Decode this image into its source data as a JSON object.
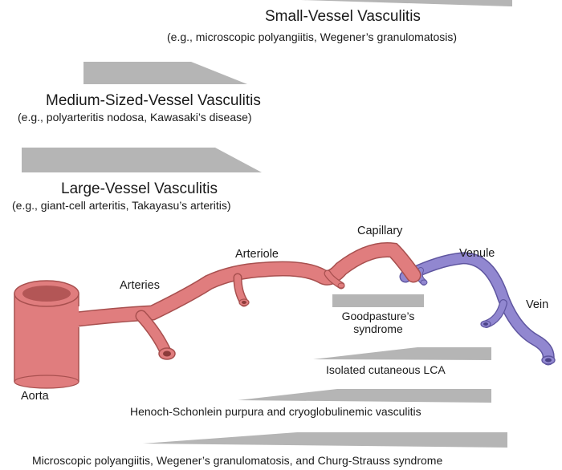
{
  "categories": {
    "small": {
      "title": "Small-Vessel Vasculitis",
      "examples": "(e.g., microscopic polyangiitis, Wegener’s granulomatosis)"
    },
    "medium": {
      "title": "Medium-Sized-Vessel Vasculitis",
      "examples": "(e.g., polyarteritis nodosa, Kawasaki’s disease)"
    },
    "large": {
      "title": "Large-Vessel Vasculitis",
      "examples": "(e.g., giant-cell arteritis, Takayasu’s arteritis)"
    }
  },
  "vessels": {
    "aorta": "Aorta",
    "arteries": "Arteries",
    "arteriole": "Arteriole",
    "capillary": "Capillary",
    "venule": "Venule",
    "vein": "Vein"
  },
  "syndromes": {
    "goodpasture_line1": "Goodpasture’s",
    "goodpasture_line2": "syndrome",
    "lca": "Isolated cutaneous LCA",
    "hsp": "Henoch-Schonlein purpura and cryoglobulinemic vasculitis",
    "mpa": "Microscopic polyangiitis, Wegener’s granulomatosis, and Churg-Strauss syndrome"
  },
  "colors": {
    "artery": "#e07d7e",
    "artery_dark": "#a8504f",
    "vein": "#9187d0",
    "vein_dark": "#5f56a0",
    "bar": "#b5b5b5"
  }
}
